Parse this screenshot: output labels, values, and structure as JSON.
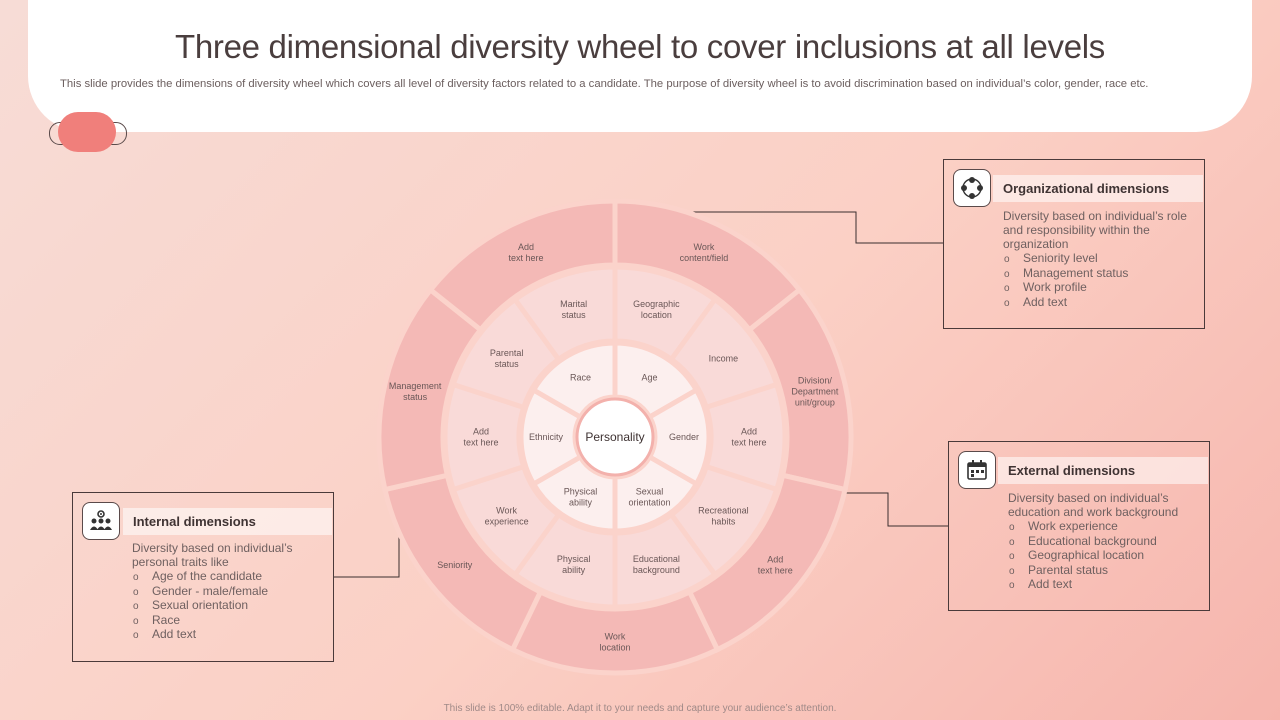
{
  "title": "Three dimensional diversity wheel to cover inclusions at all levels",
  "subtitle": "This slide provides the dimensions of diversity wheel which covers all level of diversity factors related to a candidate. The  purpose of diversity wheel is to avoid discrimination based on individual’s color, gender, race etc.",
  "footer": "This slide is 100% editable. Adapt it to your needs and capture your audience’s attention.",
  "wheel": {
    "center": "Personality",
    "inner": [
      {
        "label": [
          "Age"
        ]
      },
      {
        "label": [
          "Gender"
        ]
      },
      {
        "label": [
          "Sexual",
          "orientation"
        ]
      },
      {
        "label": [
          "Physical",
          "ability"
        ]
      },
      {
        "label": [
          "Ethnicity"
        ]
      },
      {
        "label": [
          "Race"
        ]
      }
    ],
    "middle": [
      {
        "label": [
          "Geographic",
          "location"
        ]
      },
      {
        "label": [
          "Income"
        ]
      },
      {
        "label": [
          "Add",
          "text here"
        ]
      },
      {
        "label": [
          "Recreational",
          "habits"
        ]
      },
      {
        "label": [
          "Educational",
          "background"
        ]
      },
      {
        "label": [
          "Physical",
          "ability"
        ]
      },
      {
        "label": [
          "Work",
          "experience"
        ]
      },
      {
        "label": [
          "Add",
          "text here"
        ]
      },
      {
        "label": [
          "Parental",
          "status"
        ]
      },
      {
        "label": [
          "Marital",
          "status"
        ]
      }
    ],
    "outer": [
      {
        "label": [
          "Work",
          "content/field"
        ]
      },
      {
        "label": [
          "Division/",
          "Department",
          "unit/group"
        ]
      },
      {
        "label": [
          "Add",
          "text here"
        ]
      },
      {
        "label": [
          "Work",
          "location"
        ]
      },
      {
        "label": [
          "Seniority"
        ]
      },
      {
        "label": [
          "Management",
          "status"
        ]
      },
      {
        "label": [
          "Add",
          "text here"
        ]
      }
    ]
  },
  "organizational": {
    "title": "Organizational dimensions",
    "desc": "Diversity based on individual’s role and responsibility within the organization",
    "items": [
      "Seniority level",
      "Management status",
      "Work profile",
      "Add text"
    ]
  },
  "external": {
    "title": "External dimensions",
    "desc": "Diversity based on individual’s education and work background",
    "items": [
      "Work experience",
      "Educational background",
      "Geographical location",
      "Parental status",
      "Add text"
    ]
  },
  "internal": {
    "title": "Internal dimensions",
    "desc": "Diversity based on individual’s personal traits like",
    "items": [
      "Age of the candidate",
      "Gender - male/female",
      "Sexual orientation",
      "Race",
      "Add text"
    ]
  },
  "colors": {
    "outer_ring": "#f4b9b6",
    "middle_ring": "#f9dad8",
    "inner_ring": "#fcefee",
    "accent": "#f07f7b"
  },
  "icons": {
    "organizational": "network-people-icon",
    "external": "calendar-icon",
    "internal": "team-gear-icon"
  }
}
